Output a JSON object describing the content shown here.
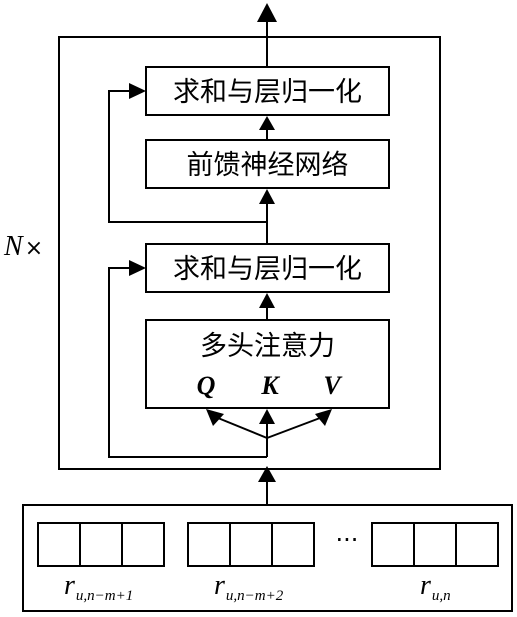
{
  "diagram": {
    "repeat_label": {
      "n": "N",
      "times": "×"
    },
    "blocks": {
      "add_norm_top": "求和与层归一化",
      "feed_forward": "前馈神经网络",
      "add_norm_bottom": "求和与层归一化",
      "attention": {
        "title": "多头注意力",
        "q": "Q",
        "k": "K",
        "v": "V"
      }
    },
    "inputs": [
      {
        "main": "r",
        "sub": "u,n−m+1"
      },
      {
        "main": "r",
        "sub": "u,n−m+2"
      },
      {
        "main": "r",
        "sub": "u,n"
      }
    ],
    "ellipsis": "···"
  }
}
